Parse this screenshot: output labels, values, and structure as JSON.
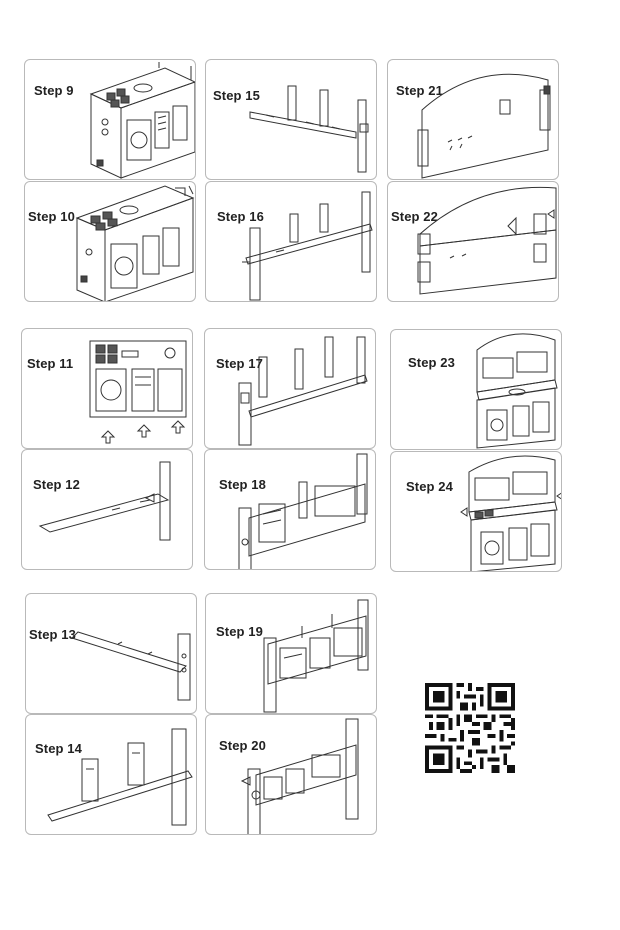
{
  "steps": {
    "s9": "Step 9",
    "s10": "Step 10",
    "s11": "Step 11",
    "s12": "Step 12",
    "s13": "Step 13",
    "s14": "Step 14",
    "s15": "Step 15",
    "s16": "Step 16",
    "s17": "Step 17",
    "s18": "Step 18",
    "s19": "Step 19",
    "s20": "Step 20",
    "s21": "Step 21",
    "s22": "Step 22",
    "s23": "Step 23",
    "s24": "Step 24"
  },
  "colors": {
    "line": "#333333",
    "frame": "#b9b9b9"
  }
}
